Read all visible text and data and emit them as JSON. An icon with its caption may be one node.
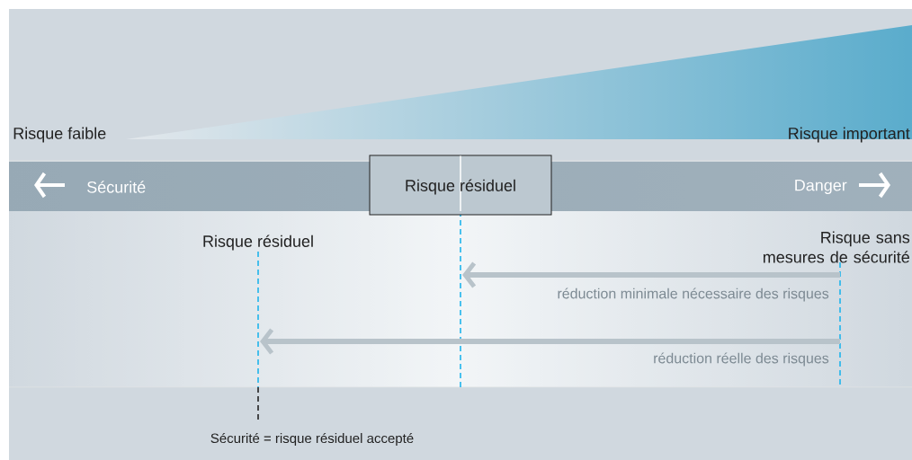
{
  "diagram": {
    "nodes": [
      {
        "text": [
          "Risque résiduel"
        ]
      }
    ],
    "labels": [
      "Risque faible",
      "Risque important",
      "Sécurité",
      "Danger",
      "Risque résiduel",
      "Risque sans mesures de sécurité",
      "réduction minimale nécessaire des risques",
      "réduction réelle des risques",
      "Sécurité = risque résiduel accepté"
    ]
  }
}
